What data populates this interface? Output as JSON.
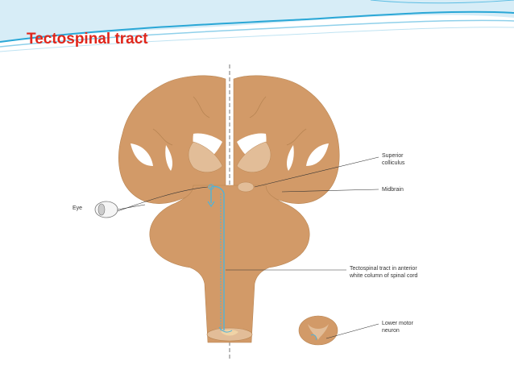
{
  "slide": {
    "title": "Tectospinal tract"
  },
  "diagram": {
    "labels": {
      "eye": "Eye",
      "superior_colliculus_line1": "Superior",
      "superior_colliculus_line2": "colliculus",
      "midbrain": "Midbrain",
      "tract_line1": "Tectospinal tract in anterior",
      "tract_line2": "white column of spinal cord",
      "lower_motor_line1": "Lower motor",
      "lower_motor_line2": "neuron"
    },
    "colors": {
      "tissue": "#d29a68",
      "tissue_light": "#e2bd98",
      "cavity": "#ffffff",
      "tract": "#4fb3d9",
      "title": "#e0261b",
      "header_wave": "#2aa7d6"
    }
  }
}
